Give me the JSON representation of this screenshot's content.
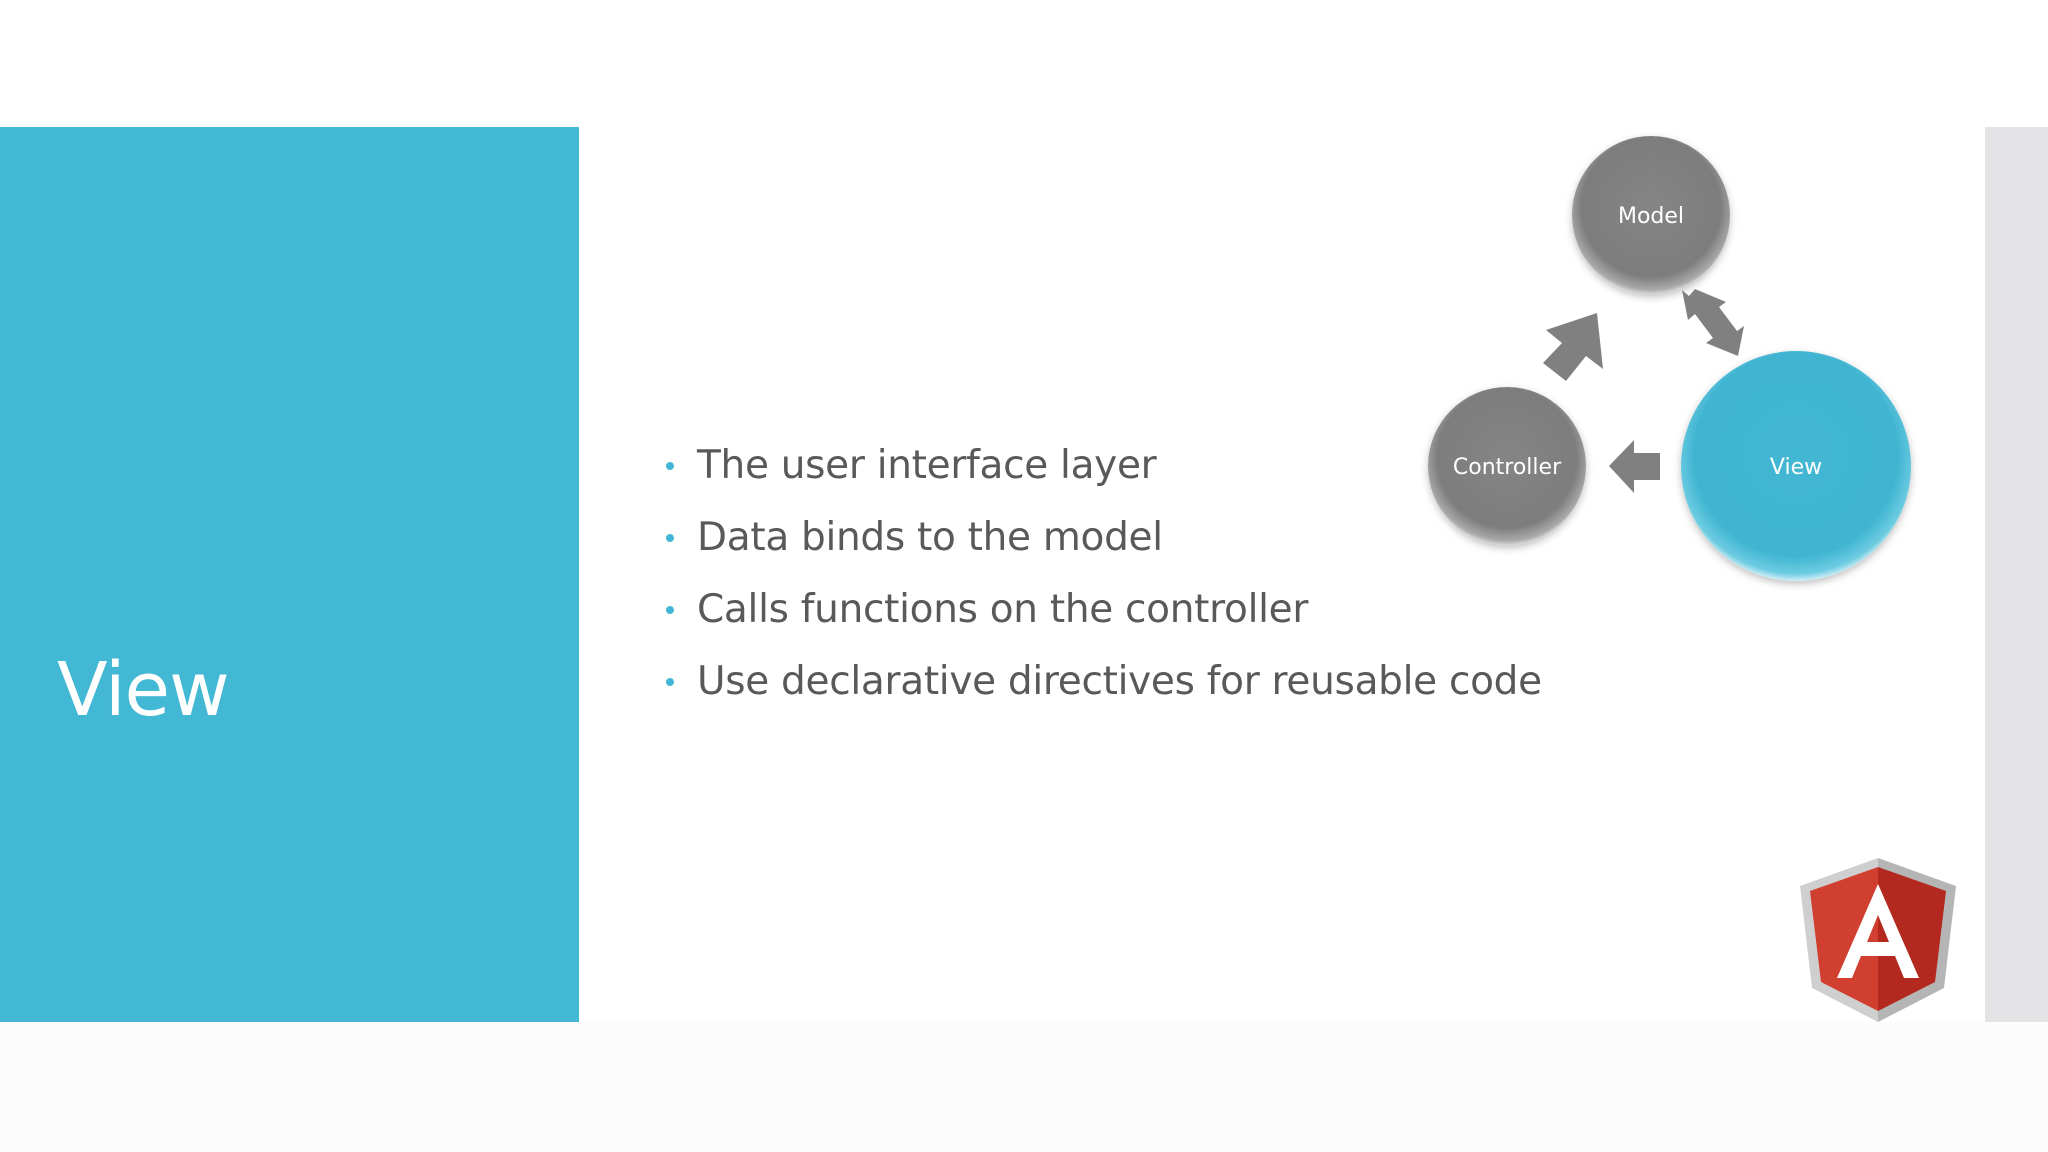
{
  "slide": {
    "title": "View",
    "bullets": [
      "The user interface layer",
      "Data binds to the model",
      "Calls functions on the controller",
      "Use declarative directives for reusable code"
    ]
  },
  "diagram": {
    "nodes": {
      "model": "Model",
      "controller": "Controller",
      "view": "View"
    }
  },
  "logo": {
    "letter": "A"
  },
  "colors": {
    "accent": "#42b8d4",
    "node_gray": "#7f7f7f",
    "text_gray": "#595959",
    "logo_red": "#d13f31",
    "logo_gray": "#b5b5b5"
  }
}
